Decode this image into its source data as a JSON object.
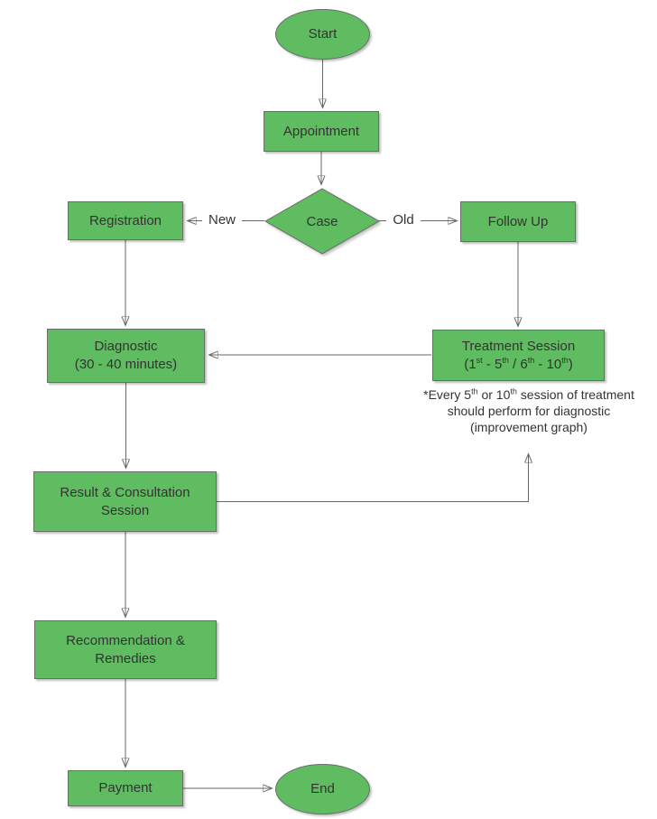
{
  "diagram": {
    "colors": {
      "node_fill": "#5fbc60",
      "node_border": "#6b6b6b",
      "connector": "#676767",
      "text": "#333333"
    },
    "nodes": {
      "start": {
        "label": "Start"
      },
      "appointment": {
        "label": "Appointment"
      },
      "case": {
        "label": "Case"
      },
      "registration": {
        "label": "Registration"
      },
      "follow_up": {
        "label": "Follow Up"
      },
      "diagnostic": {
        "line1": "Diagnostic",
        "line2": "(30 - 40 minutes)"
      },
      "treatment": {
        "line1": "Treatment Session",
        "sub": {
          "p1": "(1",
          "s1": "st",
          "p2": " - 5",
          "s2": "th",
          "p3": " / 6",
          "s3": "th",
          "p4": " - 10",
          "s4": "th",
          "p5": ")"
        }
      },
      "result": {
        "line1": "Result & Consultation",
        "line2": "Session"
      },
      "recommendation": {
        "line1": "Recommendation &",
        "line2": "Remedies"
      },
      "payment": {
        "label": "Payment"
      },
      "end": {
        "label": "End"
      }
    },
    "edge_labels": {
      "new": "New",
      "old": "Old"
    },
    "note": {
      "line1": {
        "p1": "*Every 5",
        "s1": "th",
        "p2": " or 10",
        "s2": "th",
        "p3": " session of treatment"
      },
      "line2": "should perform for diagnostic",
      "line3": "(improvement graph)"
    }
  }
}
